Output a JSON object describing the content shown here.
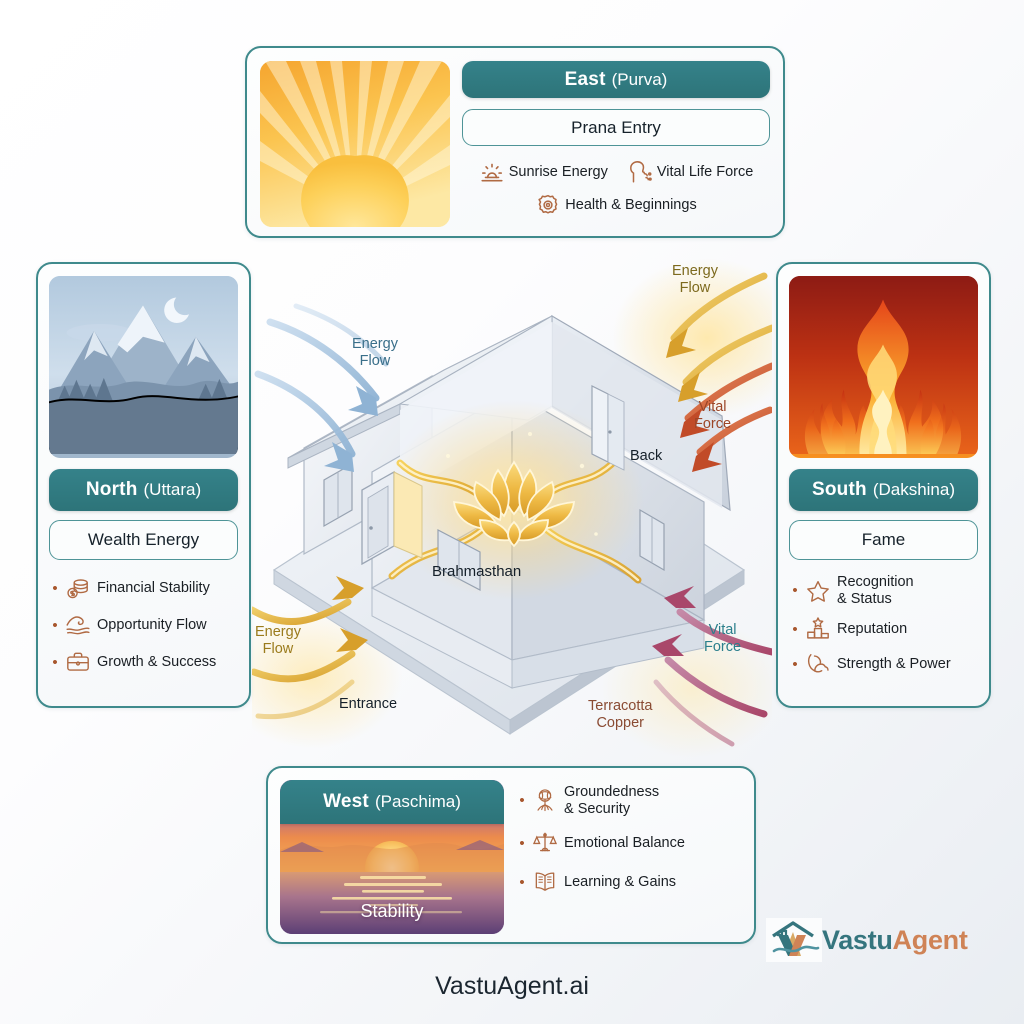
{
  "brand": {
    "logo_text_1": "Vastu",
    "logo_text_2": "Agent",
    "logo_mark_icon": "house-monogram-icon",
    "footer": "VastuAgent.ai"
  },
  "colors": {
    "teal_header": "#35828a",
    "card_border": "#3f8a8c",
    "accent_orange": "#cf8356",
    "bullet_dot": "#a8572e",
    "icon_stroke": "#b06a43"
  },
  "directions": {
    "east": {
      "name": "East",
      "sanskrit": "(Purva)",
      "pill": "Prana Entry",
      "thumb_icon": "sunrise-image",
      "features": [
        {
          "label": "Sunrise Energy",
          "icon": "sunrise-icon"
        },
        {
          "label": "Vital Life Force",
          "icon": "breath-head-icon"
        },
        {
          "label": "Health & Beginnings",
          "icon": "gear-icon"
        }
      ]
    },
    "north": {
      "name": "North",
      "sanskrit": "(Uttara)",
      "pill": "Wealth Energy",
      "thumb_icon": "mountain-moon-image",
      "bullets": [
        {
          "label": "Financial Stability",
          "icon": "coins-icon"
        },
        {
          "label": "Opportunity Flow",
          "icon": "wave-icon"
        },
        {
          "label": "Growth & Success",
          "icon": "briefcase-icon"
        }
      ]
    },
    "south": {
      "name": "South",
      "sanskrit": "(Dakshina)",
      "pill": "Fame",
      "thumb_icon": "fire-image",
      "bullets": [
        {
          "label": "Recognition\n& Status",
          "icon": "star-icon"
        },
        {
          "label": "Reputation",
          "icon": "podium-icon"
        },
        {
          "label": "Strength & Power",
          "icon": "bicep-icon"
        }
      ]
    },
    "west": {
      "name": "West",
      "sanskrit": "(Paschima)",
      "pill": "Stability",
      "thumb_icon": "sunset-ocean-image",
      "bullets": [
        {
          "label": "Groundedness\n& Security",
          "icon": "tree-roots-icon"
        },
        {
          "label": "Emotional Balance",
          "icon": "balance-scale-icon"
        },
        {
          "label": "Learning & Gains",
          "icon": "open-book-icon"
        }
      ]
    }
  },
  "center": {
    "illustration": "isometric-house-energy-flow",
    "brahmasthan": "Brahmasthan",
    "lotus_icon": "lotus-icon",
    "labels": {
      "energy_flow_top_left": "Energy\nFlow",
      "energy_flow_top_right": "Energy\nFlow",
      "vital_force_top_right": "Vital\nForce",
      "back": "Back",
      "energy_flow_bottom_left": "Energy\nFlow",
      "entrance": "Entrance",
      "vital_force_bottom_right": "Vital\nForce",
      "terracotta_copper": "Terracotta\nCopper"
    }
  }
}
